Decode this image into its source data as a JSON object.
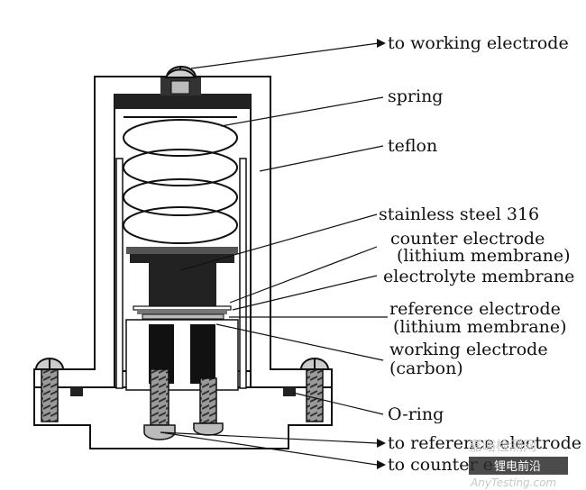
{
  "labels": {
    "to_working_electrode": "to working electrode",
    "spring": "spring",
    "teflon": "teflon",
    "stainless_steel": "stainless steel 316",
    "counter_electrode": "counter electrode",
    "counter_electrode_sub": "(lithium membrane)",
    "electrolyte_membrane": "electrolyte membrane",
    "reference_electrode": "reference electrode",
    "reference_electrode_sub": "(lithium membrane)",
    "working_electrode": "working electrode",
    "working_electrode_sub": "(carbon)",
    "o_ring": "O-ring",
    "to_reference_electrode": "to reference electrode",
    "to_counter_electrode": "to counter e"
  },
  "watermark": {
    "top": "嘉峪检测网",
    "bottom": "AnyTesting.com",
    "wechat": "锂电前沿"
  },
  "colors": {
    "line": "#111111",
    "body": "#ffffff",
    "dark": "#222222",
    "watermark": "#c8c8c8"
  }
}
